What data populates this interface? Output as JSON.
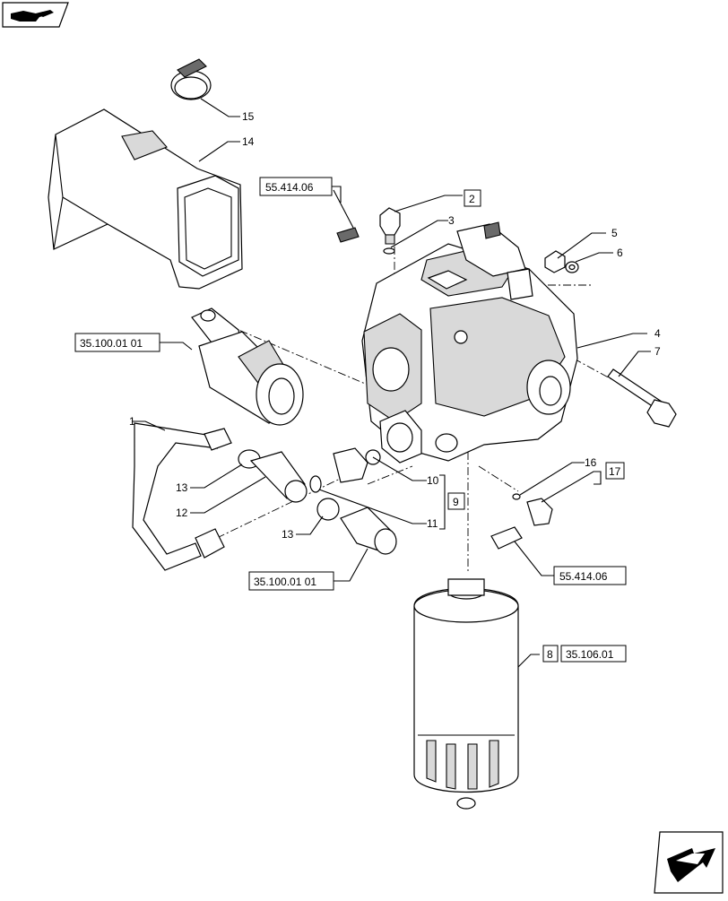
{
  "callouts": {
    "c1": "1",
    "c2": "2",
    "c3": "3",
    "c4": "4",
    "c5": "5",
    "c6": "6",
    "c7": "7",
    "c8": "8",
    "c9": "9",
    "c10": "10",
    "c11": "11",
    "c12": "12",
    "c13a": "13",
    "c13b": "13",
    "c14": "14",
    "c15": "15",
    "c16": "16",
    "c17": "17"
  },
  "references": {
    "r_top_left": "55.414.06",
    "r_pipe_upper": "35.100.01 01",
    "r_pipe_lower": "35.100.01 01",
    "r_right": "55.414.06",
    "r_filter": "35.106.01"
  },
  "icons": {
    "top_left": "book-hand-icon",
    "bottom_right": "next-page-arrow-icon"
  }
}
